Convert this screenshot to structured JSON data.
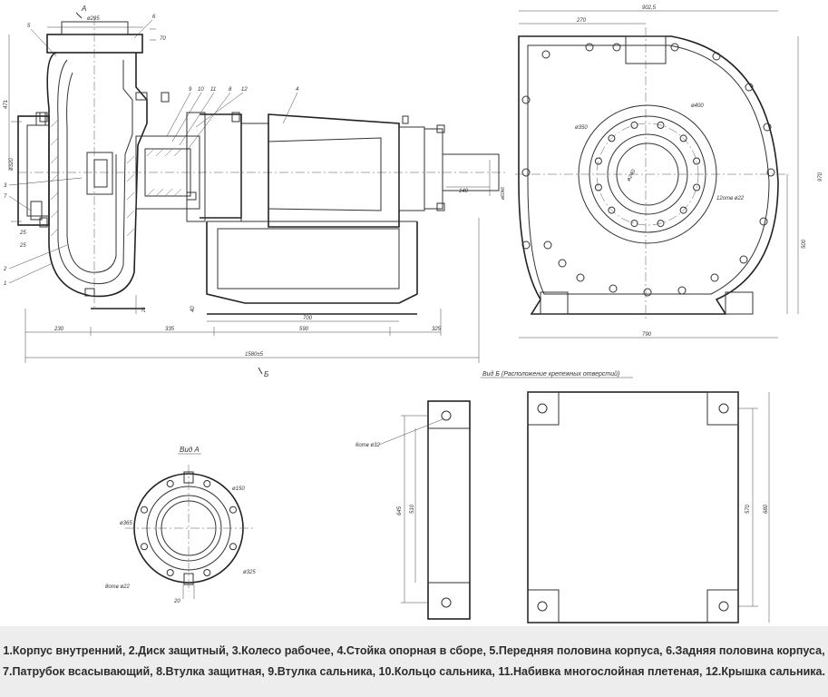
{
  "views": {
    "section_a_label": "A",
    "section_b_label": "Б",
    "view_a_title": "Вид А",
    "view_b_title": "Вид Б (Расположение крепежных отверстий)"
  },
  "main_view_dims": {
    "flange_dia": "ø295",
    "height_471": "471",
    "inlet_dia": "ø320",
    "gap_70": "70",
    "dim_25a": "25",
    "dim_25b": "25",
    "dim_40": "40",
    "dim_230": "230",
    "dim_335": "335",
    "dim_590": "590",
    "dim_700": "700",
    "dim_325": "325",
    "overall_length": "1580±5",
    "shaft_len": "140",
    "shaft_dia": "ø60k6"
  },
  "side_view_dims": {
    "overall_width": "902,5",
    "dim_270": "270",
    "outlet_dia": "ø400",
    "bolt_circle": "ø350",
    "inner_dia": "ø240",
    "holes": "12отв ø22",
    "height_970": "970",
    "height_500": "500",
    "base_width": "790"
  },
  "view_a_dims": {
    "outer_dia": "ø365",
    "flange_dia": "ø150",
    "bolt_circle": "ø325",
    "holes": "8отв ø22",
    "slot_width": "20"
  },
  "view_b_dims": {
    "holes": "6отв ø32",
    "dim_645": "645",
    "dim_510": "510",
    "dim_570": "570",
    "dim_680": "680"
  },
  "part_numbers": [
    "1",
    "2",
    "3",
    "4",
    "5",
    "6",
    "7",
    "8",
    "9",
    "10",
    "11",
    "12"
  ],
  "legend": {
    "line1": "1.Корпус внутренний, 2.Диск защитный, 3.Колесо рабочее, 4.Стойка опорная в сборе, 5.Передняя половина корпуса, 6.Задняя половина корпуса,",
    "line2": "7.Патрубок всасывающий, 8.Втулка защитная, 9.Втулка сальника, 10.Кольцо сальника, 11.Набивка многослойная плетеная, 12.Крышка сальника."
  }
}
